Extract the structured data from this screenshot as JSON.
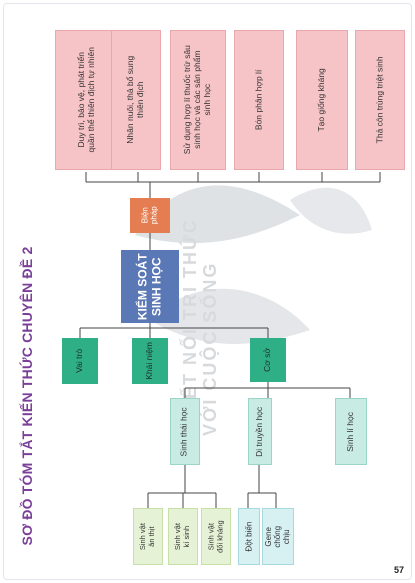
{
  "title": "SƠ ĐỒ TÓM TẮT KIẾN THỨC CHUYÊN ĐỀ 2",
  "watermark": {
    "line1": "KẾT NỐI TRI THỨC",
    "line2": "VỚI CUỘC SỐNG"
  },
  "root": "KIỂM SOÁT\nSINH HỌC",
  "bien_phap": "Biện\npháp",
  "measures": [
    "Duy trì, bảo vệ, phát triển\nquần thể thiên địch tự nhiên",
    "Nhân nuôi, thả bổ sung\nthiên địch",
    "Sử dụng hợp lí thuốc trừ sâu\nsinh học và các sản phẩm\nsinh học",
    "Bón phân hợp lí",
    "Tạo giống kháng",
    "Thả côn trùng triệt sinh"
  ],
  "branches": {
    "vai_tro": "Vai trò",
    "khai_niem": "Khái niệm",
    "co_so": "Cơ sở"
  },
  "bases": {
    "sinh_thai": "Sinh thái học",
    "di_truyen": "Di truyền học",
    "sinh_li": "Sinh lí học"
  },
  "ecology_items": [
    "Sinh vật\năn thịt",
    "Sinh vật\nkí sinh",
    "Sinh vật\nđối kháng"
  ],
  "genetics_items": [
    "Đột biến",
    "Gene\nchống\nchịu"
  ],
  "page_number": "57",
  "colors": {
    "title": "#7a3f98",
    "root": "#5a77b6",
    "orange": "#e47e52",
    "green": "#2faf86",
    "pink": "#f6c3c7",
    "mint": "#c8ebe3",
    "sage": "#e6f2d6",
    "cyan": "#d7f0f2"
  }
}
